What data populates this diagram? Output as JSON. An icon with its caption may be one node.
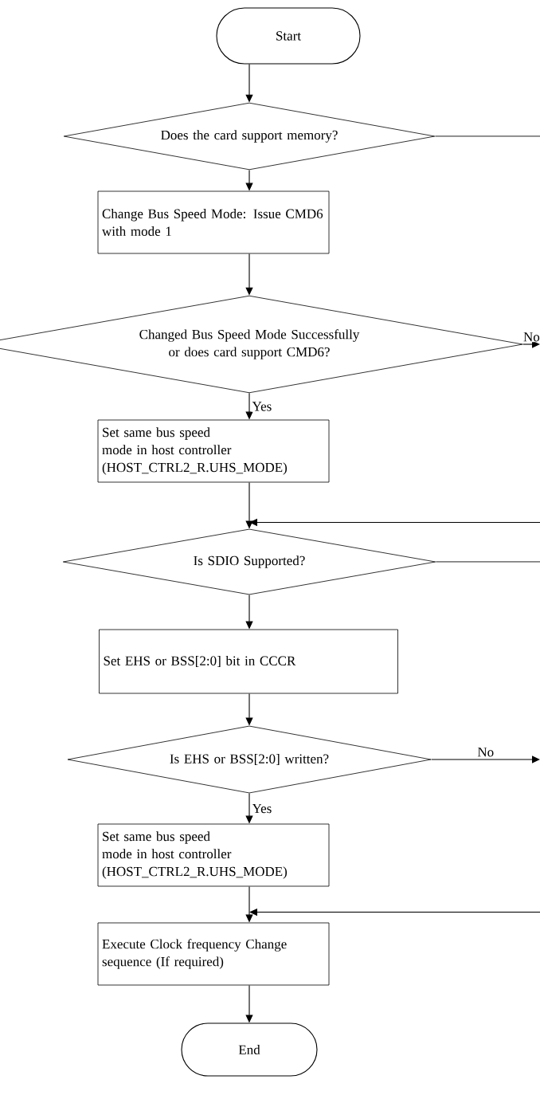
{
  "diagram": {
    "nodes": [
      {
        "text": [
          "Start"
        ]
      },
      {
        "text": [
          "Does the card support memory?"
        ]
      },
      {
        "text": [
          "Change Bus Speed Mode: Issue CMD6 with mode 1"
        ]
      },
      {
        "text": [
          "Changed Bus Speed Mode Successfully or does card support CMD6?"
        ]
      },
      {
        "text": [
          "Set same bus speed mode in host controller (HOST_CTRL2_R.UHS_MODE)"
        ]
      },
      {
        "text": [
          "Is SDIO Supported?"
        ]
      },
      {
        "text": [
          "Set EHS or BSS[2:0] bit in CCCR"
        ]
      },
      {
        "text": [
          "Is EHS or BSS[2:0] written?"
        ]
      },
      {
        "text": [
          "Set same bus speed mode in host controller (HOST_CTRL2_R.UHS_MODE)"
        ]
      },
      {
        "text": [
          "Execute Clock frequency Change sequence (If required)"
        ]
      },
      {
        "text": [
          "End"
        ]
      }
    ],
    "edges": [
      {
        "from": 0,
        "to": 1,
        "arrow": "to"
      },
      {
        "from": 1,
        "to": 2,
        "arrow": "to"
      },
      {
        "from": 1,
        "to": null,
        "arrow": "none"
      },
      {
        "from": 2,
        "to": 3,
        "arrow": "to"
      },
      {
        "from": 3,
        "to": 4,
        "arrow": "to",
        "label": "Yes"
      },
      {
        "from": 3,
        "to": null,
        "arrow": "to",
        "label": "No"
      },
      {
        "from": 4,
        "to": 5,
        "arrow": "to"
      },
      {
        "from": null,
        "to": 5,
        "arrow": "to"
      },
      {
        "from": 5,
        "to": 6,
        "arrow": "to"
      },
      {
        "from": 5,
        "to": null,
        "arrow": "none"
      },
      {
        "from": 6,
        "to": 7,
        "arrow": "to"
      },
      {
        "from": 7,
        "to": 8,
        "arrow": "to",
        "label": "Yes"
      },
      {
        "from": 7,
        "to": null,
        "arrow": "to",
        "label": "No"
      },
      {
        "from": 8,
        "to": 9,
        "arrow": "to"
      },
      {
        "from": null,
        "to": 9,
        "arrow": "to"
      },
      {
        "from": 9,
        "to": 10,
        "arrow": "to"
      }
    ]
  }
}
